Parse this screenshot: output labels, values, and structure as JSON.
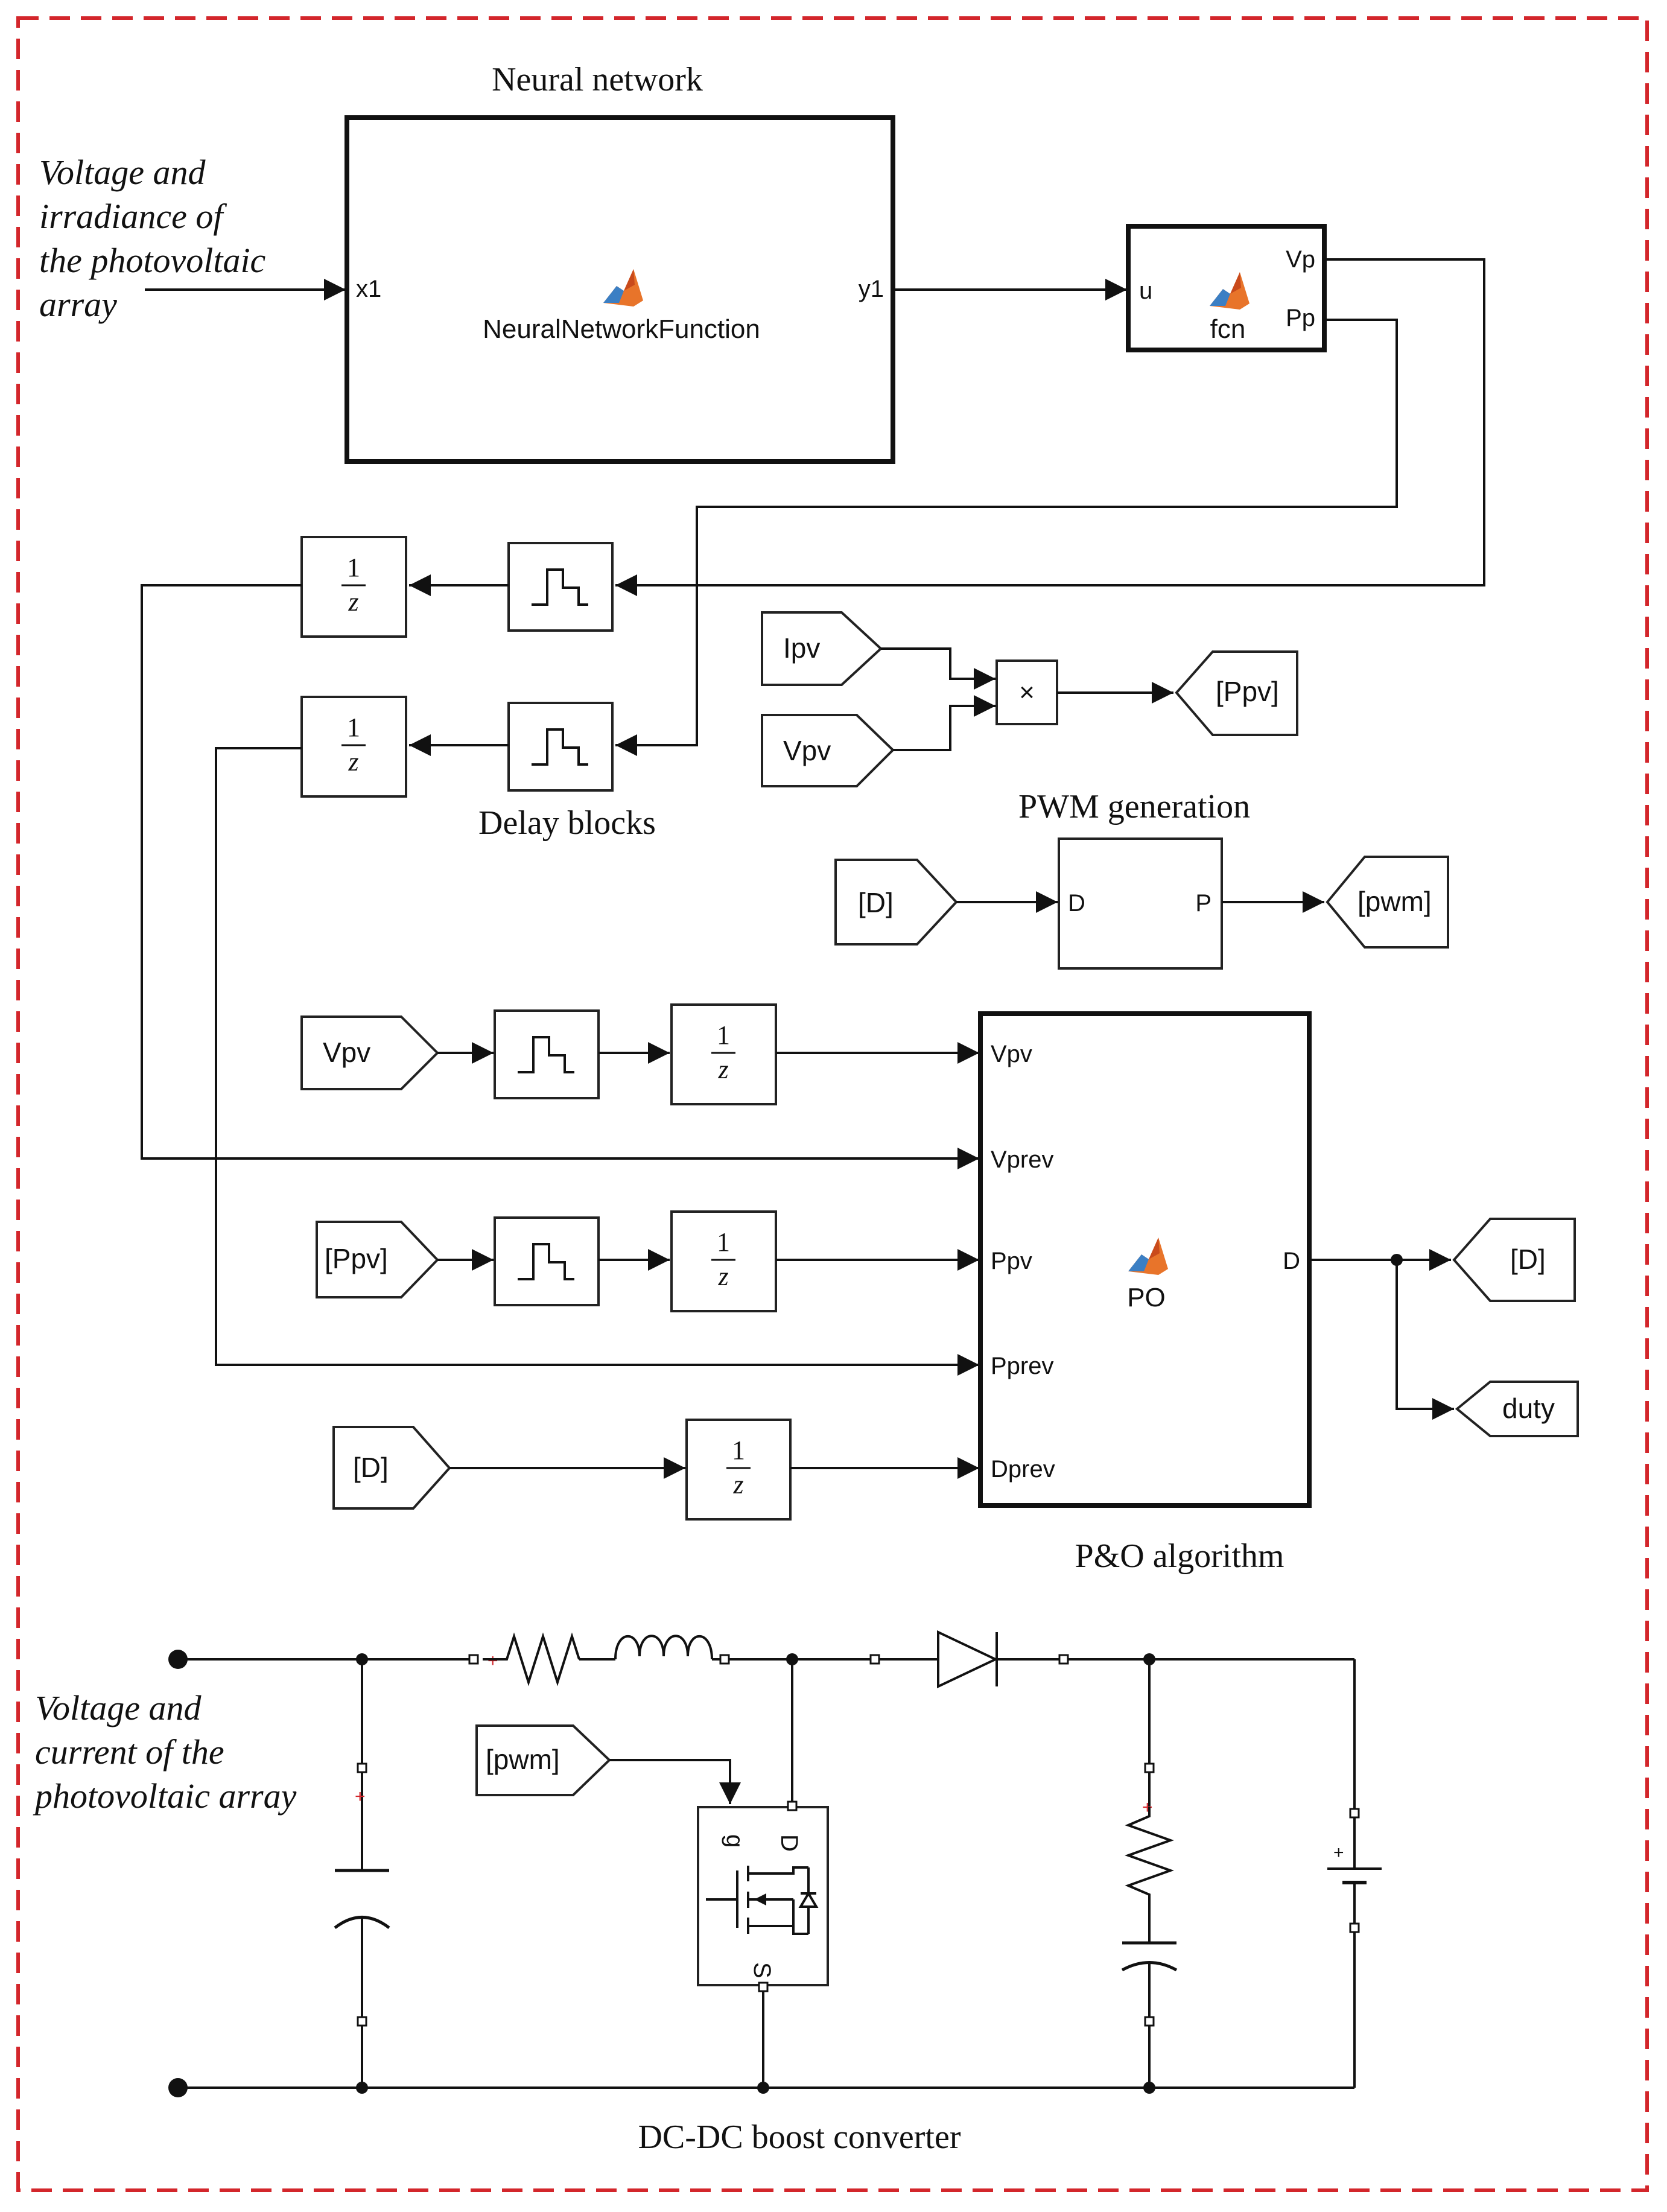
{
  "labels": {
    "neural_network": "Neural network",
    "delay_blocks": "Delay blocks",
    "pwm_generation": "PWM generation",
    "po_algorithm": "P&O algorithm",
    "dcdc_boost": "DC-DC boost converter"
  },
  "notes": {
    "input_nn": [
      "Voltage and",
      "irradiance of",
      "the photovoltaic",
      "array"
    ],
    "input_converter": [
      "Voltage and",
      "current of the",
      "photovoltaic array"
    ]
  },
  "ports": {
    "nn_in": "x1",
    "nn_out": "y1",
    "fcn_in": "u",
    "fcn_vp": "Vp",
    "fcn_pp": "Pp",
    "pwm_d": "D",
    "pwm_p": "P",
    "po_vpv": "Vpv",
    "po_vprev": "Vprev",
    "po_ppv": "Ppv",
    "po_pprev": "Pprev",
    "po_dprev": "Dprev",
    "po_d": "D"
  },
  "blocks": {
    "nn_function": "NeuralNetworkFunction",
    "fcn": "fcn",
    "po": "PO",
    "product": "×",
    "unit_delay_num": "1",
    "unit_delay_den": "z"
  },
  "tags": {
    "ipv": "Ipv",
    "vpv": "Vpv",
    "ppv_bracket": "[Ppv]",
    "d_bracket": "[D]",
    "pwm_bracket": "[pwm]",
    "duty": "duty"
  },
  "circuit": {
    "plus": "+",
    "mosfet_g": "g",
    "mosfet_d": "D",
    "mosfet_s": "S"
  },
  "colors": {
    "frame": "#d3262b",
    "wire": "#111111",
    "matlab_logo_orange": "#e8742a",
    "matlab_logo_blue": "#3b7fc4"
  }
}
